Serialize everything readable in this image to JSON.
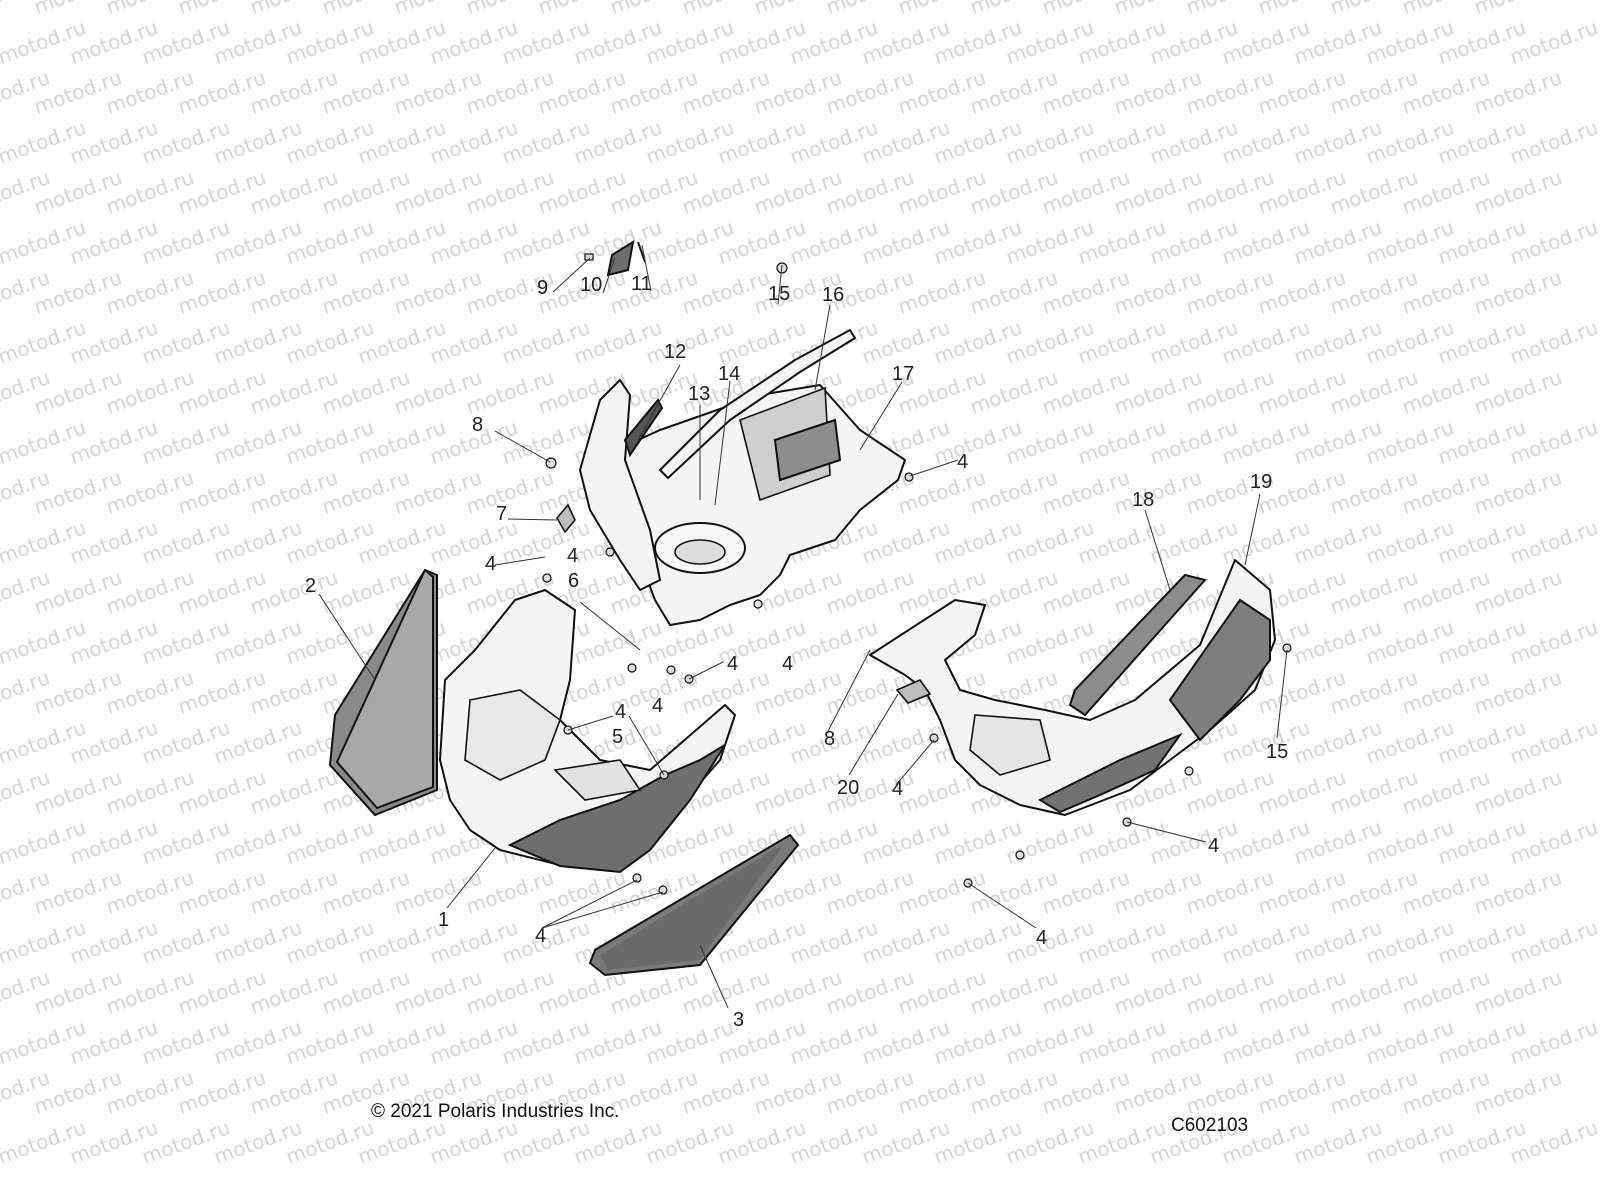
{
  "watermark": "motod.ru",
  "copyright": "© 2021 Polaris Industries Inc.",
  "diagram_code": "C602103",
  "callouts": [
    "1",
    "2",
    "3",
    "4",
    "5",
    "6",
    "7",
    "8",
    "9",
    "10",
    "11",
    "12",
    "13",
    "14",
    "15",
    "16",
    "17",
    "18",
    "19",
    "20"
  ]
}
